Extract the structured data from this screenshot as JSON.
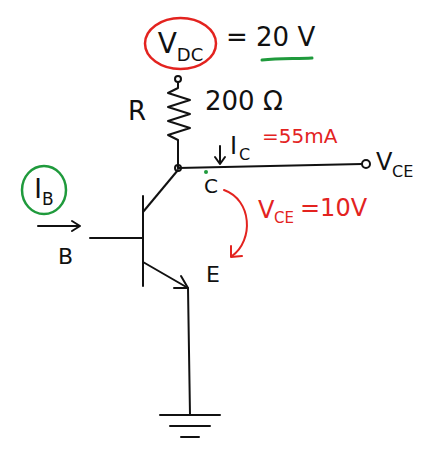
{
  "diagram": {
    "nodes": [
      {
        "text": [
          "V",
          "DC"
        ]
      },
      {
        "text": [
          "I",
          "B"
        ]
      }
    ],
    "labels": [
      "= 20 V",
      "R",
      "200 Ω",
      "I",
      "C",
      "=55mA",
      "V",
      "CE",
      "C",
      "V",
      "CE",
      "=10V",
      "B",
      "E"
    ]
  }
}
